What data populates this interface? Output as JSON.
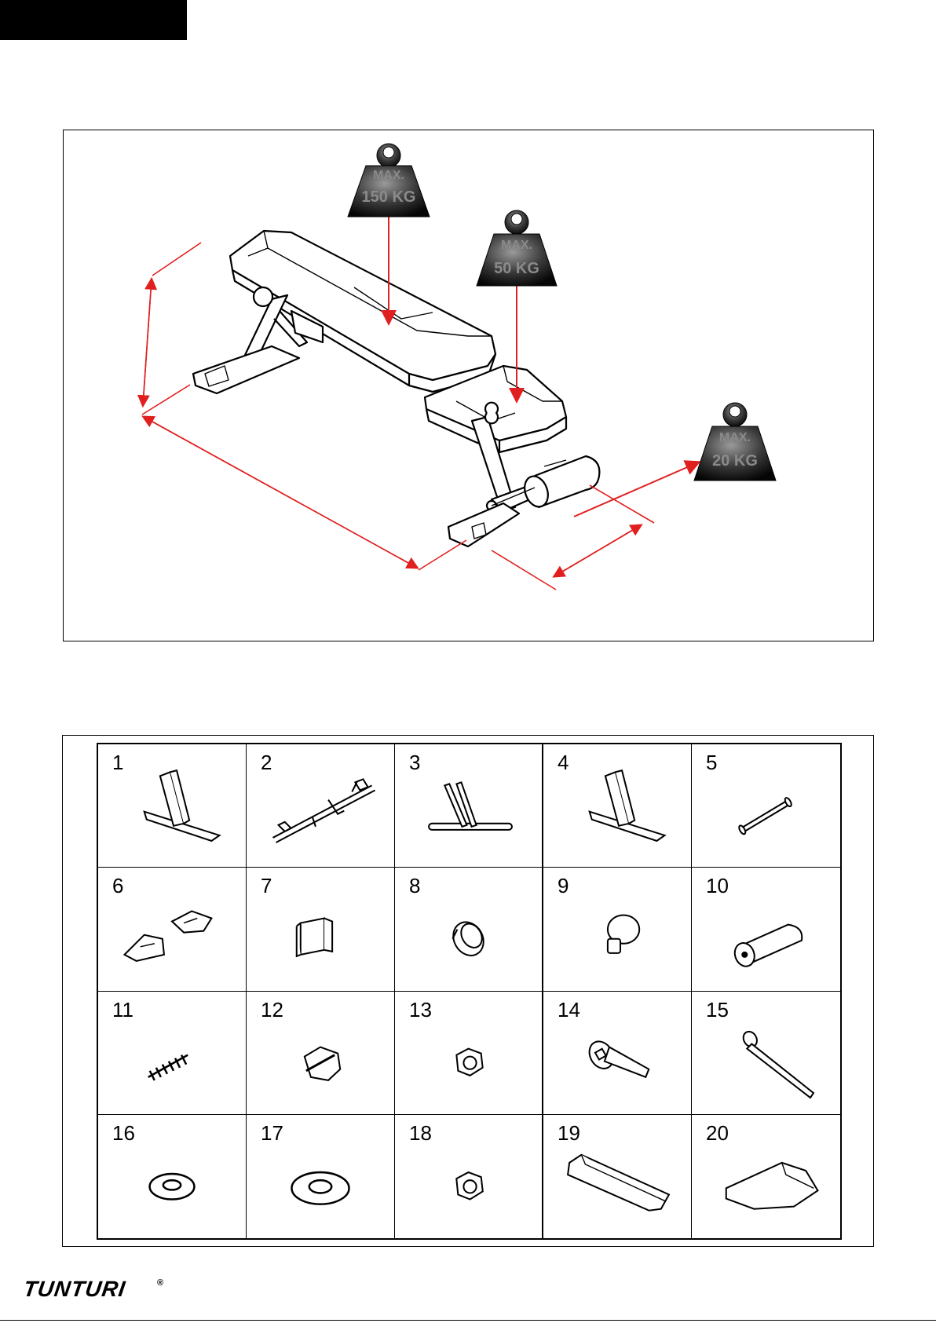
{
  "header": {
    "block_color": "#000000"
  },
  "assembly_diagram": {
    "weights": [
      {
        "line1": "MAX.",
        "line2": "150 KG"
      },
      {
        "line1": "MAX.",
        "line2": "50 KG"
      },
      {
        "line1": "MAX.",
        "line2": "20 KG"
      }
    ],
    "arrow_color": "#e0201f"
  },
  "parts": [
    {
      "number": "1",
      "icon": "base-left-frame-icon"
    },
    {
      "number": "2",
      "icon": "main-frame-icon"
    },
    {
      "number": "3",
      "icon": "support-leg-icon"
    },
    {
      "number": "4",
      "icon": "base-right-frame-icon"
    },
    {
      "number": "5",
      "icon": "pin-icon"
    },
    {
      "number": "6",
      "icon": "end-cap-pair-icon"
    },
    {
      "number": "7",
      "icon": "square-cap-icon"
    },
    {
      "number": "8",
      "icon": "bushing-icon"
    },
    {
      "number": "9",
      "icon": "knob-small-icon"
    },
    {
      "number": "10",
      "icon": "foam-roller-icon"
    },
    {
      "number": "11",
      "icon": "spring-icon"
    },
    {
      "number": "12",
      "icon": "knob-large-icon"
    },
    {
      "number": "13",
      "icon": "nut-icon"
    },
    {
      "number": "14",
      "icon": "bolt-short-icon"
    },
    {
      "number": "15",
      "icon": "bolt-long-icon"
    },
    {
      "number": "16",
      "icon": "washer-small-icon"
    },
    {
      "number": "17",
      "icon": "washer-large-icon"
    },
    {
      "number": "18",
      "icon": "lock-nut-icon"
    },
    {
      "number": "19",
      "icon": "back-pad-icon"
    },
    {
      "number": "20",
      "icon": "seat-pad-icon"
    }
  ],
  "footer": {
    "brand": "TUNTURI",
    "registered": "®"
  }
}
